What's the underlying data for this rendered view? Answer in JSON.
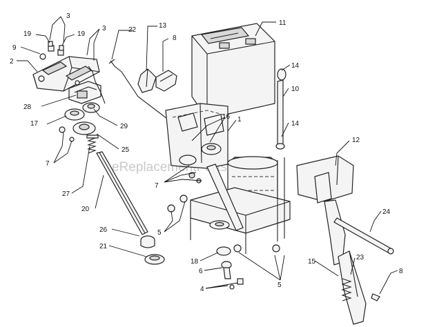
{
  "watermark": "eReplacementParts.com",
  "callouts": [
    {
      "id": "c11",
      "label": "11"
    },
    {
      "id": "c3a",
      "label": "3"
    },
    {
      "id": "c19a",
      "label": "19"
    },
    {
      "id": "c19b",
      "label": "19"
    },
    {
      "id": "c3b",
      "label": "3"
    },
    {
      "id": "c22",
      "label": "22"
    },
    {
      "id": "c13",
      "label": "13"
    },
    {
      "id": "c8a",
      "label": "8"
    },
    {
      "id": "c9",
      "label": "9"
    },
    {
      "id": "c2",
      "label": "2"
    },
    {
      "id": "c14a",
      "label": "14"
    },
    {
      "id": "c10",
      "label": "10"
    },
    {
      "id": "c28",
      "label": "28"
    },
    {
      "id": "c16",
      "label": "16"
    },
    {
      "id": "c1",
      "label": "1"
    },
    {
      "id": "c17",
      "label": "17"
    },
    {
      "id": "c29",
      "label": "29"
    },
    {
      "id": "c14b",
      "label": "14"
    },
    {
      "id": "c12",
      "label": "12"
    },
    {
      "id": "c25",
      "label": "25"
    },
    {
      "id": "c7a",
      "label": "7"
    },
    {
      "id": "c7b",
      "label": "7"
    },
    {
      "id": "c27",
      "label": "27"
    },
    {
      "id": "c24",
      "label": "24"
    },
    {
      "id": "c20",
      "label": "20"
    },
    {
      "id": "c5a",
      "label": "5"
    },
    {
      "id": "c26",
      "label": "26"
    },
    {
      "id": "c21",
      "label": "21"
    },
    {
      "id": "c18",
      "label": "18"
    },
    {
      "id": "c23",
      "label": "23"
    },
    {
      "id": "c6",
      "label": "6"
    },
    {
      "id": "c15",
      "label": "15"
    },
    {
      "id": "c5b",
      "label": "5"
    },
    {
      "id": "c4",
      "label": "4"
    },
    {
      "id": "c8b",
      "label": "8"
    }
  ]
}
